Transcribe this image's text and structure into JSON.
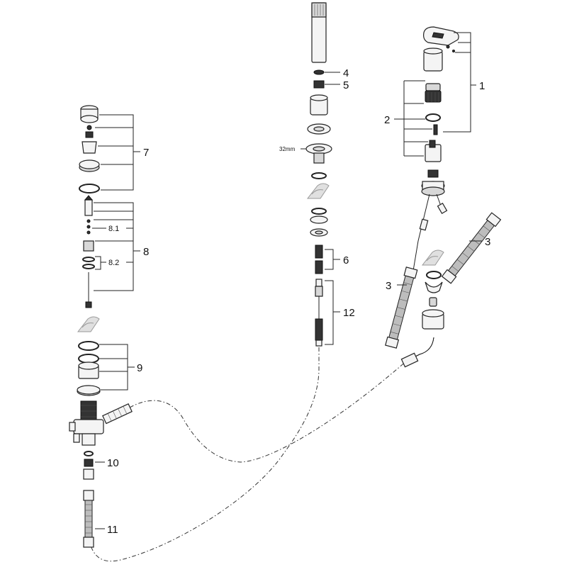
{
  "labels": {
    "l1": "1",
    "l2": "2",
    "l3a": "3",
    "l3b": "3",
    "l4": "4",
    "l5": "5",
    "l6": "6",
    "l7": "7",
    "l8": "8",
    "l8_1": "8.1",
    "l8_2": "8.2",
    "l9": "9",
    "l10": "10",
    "l11": "11",
    "l12": "12",
    "dim32": "32mm"
  },
  "icon_names": [
    "grease-symbol-icon"
  ]
}
